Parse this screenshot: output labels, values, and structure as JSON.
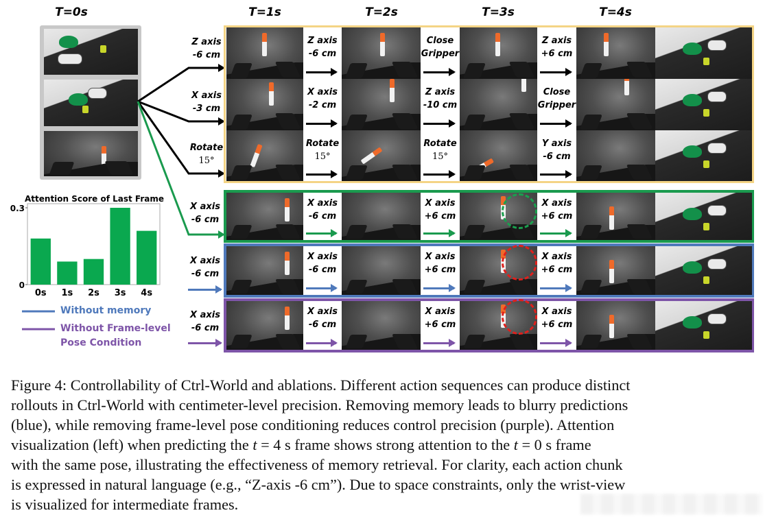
{
  "figure": {
    "time_labels": [
      "T=0s",
      "T=1s",
      "T=2s",
      "T=3s",
      "T=4s"
    ],
    "initial_frame": {
      "label": "T=0s",
      "views": [
        "third-person-view-1",
        "third-person-view-2",
        "wrist-view"
      ]
    },
    "ctrl_world_rollouts": [
      {
        "initial_action": [
          "Z axis",
          "-6 cm"
        ],
        "actions": [
          [
            "Z axis",
            "-6 cm"
          ],
          [
            "Close",
            "Gripper"
          ],
          [
            "Z axis",
            "+6 cm"
          ]
        ]
      },
      {
        "initial_action": [
          "X axis",
          "-3 cm"
        ],
        "actions": [
          [
            "X axis",
            "-2 cm"
          ],
          [
            "Z axis",
            "-10 cm"
          ],
          [
            "Close",
            "Gripper"
          ]
        ]
      },
      {
        "initial_action": [
          "Rotate",
          "15°"
        ],
        "actions": [
          [
            "Rotate",
            "15°"
          ],
          [
            "Rotate",
            "15°"
          ],
          [
            "Y axis",
            "-6 cm"
          ]
        ]
      }
    ],
    "ablation_rows": [
      {
        "variant": "Ctrl-World",
        "color": "#1a9a4e",
        "circle_color": "#1aa04e",
        "initial_action": [
          "X axis",
          "-6 cm"
        ],
        "actions": [
          [
            "X axis",
            "-6 cm"
          ],
          [
            "X axis",
            "+6 cm"
          ],
          [
            "X axis",
            "+6 cm"
          ]
        ]
      },
      {
        "variant": "Without memory",
        "color": "#4f79bb",
        "circle_color": "#e0201c",
        "initial_action": [
          "X axis",
          "-6 cm"
        ],
        "actions": [
          [
            "X axis",
            "-6 cm"
          ],
          [
            "X axis",
            "+6 cm"
          ],
          [
            "X axis",
            "+6 cm"
          ]
        ]
      },
      {
        "variant": "Without Frame-level Pose Condition",
        "color": "#7e55a8",
        "circle_color": "#e0201c",
        "initial_action": [
          "X axis",
          "-6 cm"
        ],
        "actions": [
          [
            "X axis",
            "-6 cm"
          ],
          [
            "X axis",
            "+6 cm"
          ],
          [
            "X axis",
            "+6 cm"
          ]
        ]
      }
    ],
    "legend": [
      {
        "label": "Without memory",
        "color": "#4f79bb"
      },
      {
        "label_line1": "Without Frame-level",
        "label_line2": "Pose Condition",
        "color": "#7e55a8"
      }
    ],
    "panel_colors": {
      "ctrl_world": "#f4d485",
      "bar": "#0aa84f"
    }
  },
  "chart_data": {
    "type": "bar",
    "title": "Attention Score of Last Frame",
    "categories": [
      "0s",
      "1s",
      "2s",
      "3s",
      "4s"
    ],
    "values": [
      0.18,
      0.09,
      0.1,
      0.3,
      0.21
    ],
    "ylim": [
      0,
      0.3
    ],
    "yticks": [
      "0",
      "0.3"
    ],
    "xlabel": "",
    "ylabel": "",
    "grid": false
  },
  "caption": {
    "line1": "Figure 4: Controllability of Ctrl-World and ablations. Different action sequences can produce distinct",
    "line2": "rollouts in Ctrl-World with centimeter-level precision. Removing memory leads to blurry predictions",
    "line3": "(blue), while removing frame-level pose conditioning reduces control precision (purple). Attention",
    "line4a": "visualization (left) when predicting the ",
    "line4_math1": "t",
    "line4b": " = 4 s frame shows strong attention to the ",
    "line4_math2": "t",
    "line4c": " = 0 s frame",
    "line5": "with the same pose, illustrating the effectiveness of memory retrieval. For clarity, each action chunk",
    "line6": "is expressed in natural language (e.g., “Z-axis -6 cm”). Due to space constraints, only the wrist-view",
    "line7": "is visualized for intermediate frames."
  }
}
